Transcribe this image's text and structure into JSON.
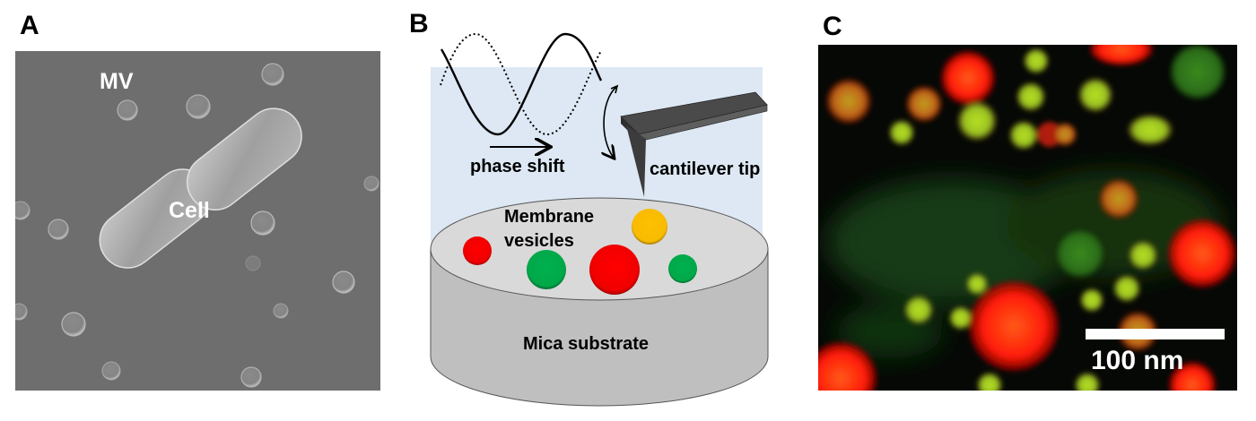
{
  "figure": {
    "panels": [
      {
        "id": "A",
        "label": "A",
        "type": "SEM micrograph",
        "annotations": {
          "vesicles": "MV",
          "cell": "Cell"
        },
        "colors": {
          "background": "#6e6e6e",
          "particle": "#8c8c8c",
          "text": "#ffffff"
        }
      },
      {
        "id": "B",
        "label": "B",
        "type": "AFM schematic",
        "annotations": {
          "phase_shift": "phase shift",
          "cantilever": "cantilever tip",
          "vesicles_line1": "Membrane",
          "vesicles_line2": "vesicles",
          "substrate": "Mica substrate"
        },
        "vesicles": [
          {
            "color": "red"
          },
          {
            "color": "green"
          },
          {
            "color": "red"
          },
          {
            "color": "green"
          },
          {
            "color": "yellow"
          }
        ],
        "colors": {
          "liquid": "#dde8f4",
          "substrate_top": "#d9d9d9",
          "substrate_side": "#bfbfbf",
          "cantilever": "#595959",
          "red": "#ff0000",
          "green": "#00b050",
          "yellow": "#ffc000"
        }
      },
      {
        "id": "C",
        "label": "C",
        "type": "fluorescence phase image",
        "scale_bar": "100 nm",
        "colors": {
          "background": "#050805",
          "red": "#ff2a10",
          "green": "#40a020",
          "text": "#ffffff"
        }
      }
    ]
  }
}
